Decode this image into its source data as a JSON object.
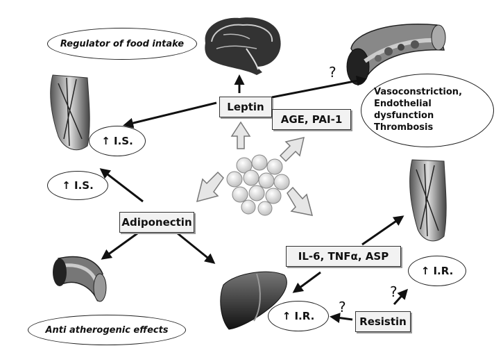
{
  "labels": {
    "regulator": "Regulator of food intake",
    "leptin": "Leptin",
    "age_pai": "AGE, PAI-1",
    "vascular": [
      "Vasoconstriction,",
      "Endothelial dysfunction",
      "Thrombosis"
    ],
    "is_upper": "↑ I.S.",
    "is_lower": "↑ I.S.",
    "adiponectin": "Adiponectin",
    "il6": "IL-6, TNFα, ASP",
    "ir_right": "↑ I.R.",
    "ir_liver": "↑ I.R.",
    "resistin": "Resistin",
    "anti": "Anti atherogenic effects",
    "q_vessel": "?",
    "q_liver": "?",
    "q_muscle": "?"
  }
}
